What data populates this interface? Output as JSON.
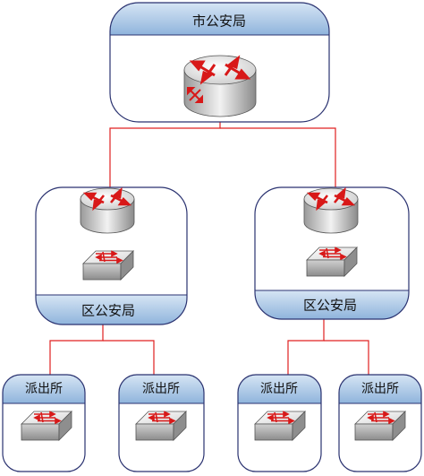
{
  "nodes": {
    "city": {
      "label": "市公安局",
      "device": "core-router-icon"
    },
    "district_left": {
      "label": "区公安局",
      "devices": [
        "router-icon",
        "switch-icon"
      ]
    },
    "district_right": {
      "label": "区公安局",
      "devices": [
        "router-icon",
        "switch-icon"
      ]
    },
    "stations": [
      {
        "label": "派出所",
        "device": "switch-icon"
      },
      {
        "label": "派出所",
        "device": "switch-icon"
      },
      {
        "label": "派出所",
        "device": "switch-icon"
      },
      {
        "label": "派出所",
        "device": "switch-icon"
      }
    ]
  },
  "links": [
    {
      "from": "city",
      "to": "district_left"
    },
    {
      "from": "city",
      "to": "district_right"
    },
    {
      "from": "district_left",
      "to": "station_1"
    },
    {
      "from": "district_left",
      "to": "station_2"
    },
    {
      "from": "district_right",
      "to": "station_3"
    },
    {
      "from": "district_right",
      "to": "station_4"
    }
  ],
  "colors": {
    "link": "#e02020",
    "border": "#2a3270",
    "label_band_top": "#c8dcf0",
    "label_band_bottom": "#8fb4dc",
    "arrow": "#d81818"
  }
}
